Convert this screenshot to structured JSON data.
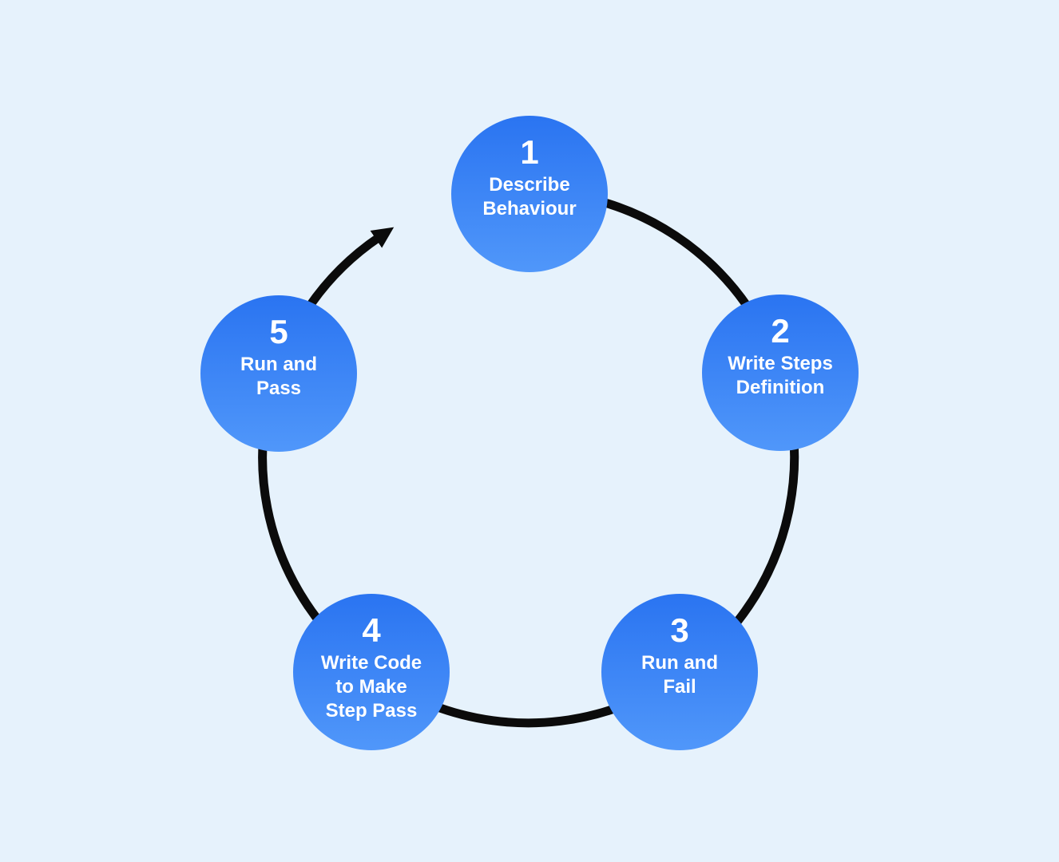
{
  "diagram": {
    "steps": [
      {
        "number": "1",
        "label": "Describe\nBehaviour"
      },
      {
        "number": "2",
        "label": "Write Steps\nDefinition"
      },
      {
        "number": "3",
        "label": "Run and\nFail"
      },
      {
        "number": "4",
        "label": "Write Code\nto Make\nStep Pass"
      },
      {
        "number": "5",
        "label": "Run and\nPass"
      }
    ],
    "flow": "circular-clockwise",
    "arrowhead": "between step 5 and step 1, pointing toward step 1"
  },
  "theme": {
    "background": "#E6F2FC",
    "circle_gradient_top": "#2A74F1",
    "circle_gradient_bottom": "#5097FA",
    "arc_color": "#0B0B0B",
    "text_color": "#FFFFFF"
  }
}
